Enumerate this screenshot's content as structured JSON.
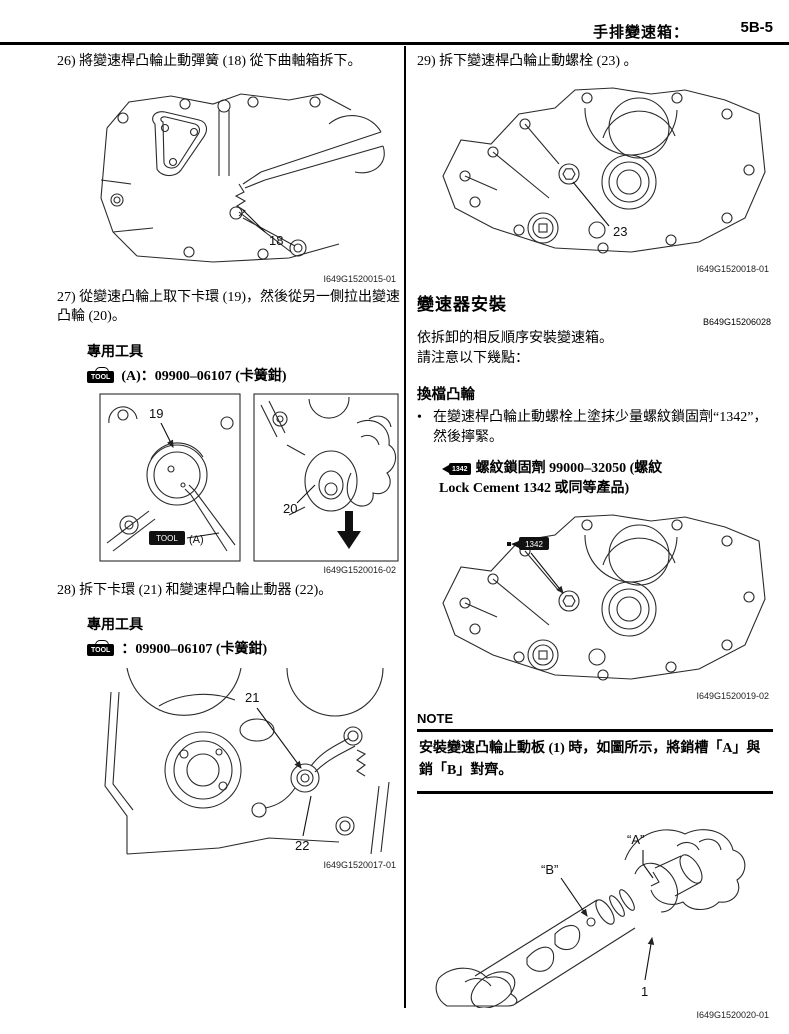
{
  "header": {
    "section_title": "手排變速箱：",
    "page_number": "5B-5"
  },
  "left_column": {
    "step_26": "26) 將變速桿凸輪止動彈簧 (18) 從下曲軸箱拆下。",
    "fig_15": {
      "caption": "I649G1520015-01",
      "label_18": "18"
    },
    "step_27": "27) 從變速凸輪上取下卡環 (19)，然後從另一側拉出變速凸輪 (20)。",
    "tool_block_1": {
      "title": "專用工具",
      "tool_icon": "TOOL",
      "text": "(A)：09900–06107 (卡簧鉗)"
    },
    "fig_16": {
      "caption": "I649G1520016-02",
      "label_19": "19",
      "label_20": "20",
      "tool_badge": "TOOL",
      "tool_badge_suffix": "(A)"
    },
    "step_28": "28) 拆下卡環 (21) 和變速桿凸輪止動器 (22)。",
    "tool_block_2": {
      "title": "專用工具",
      "tool_icon": "TOOL",
      "text": "：09900–06107 (卡簧鉗)"
    },
    "fig_17": {
      "caption": "I649G1520017-01",
      "label_21": "21",
      "label_22": "22"
    }
  },
  "right_column": {
    "step_29": "29) 拆下變速桿凸輪止動螺栓 (23) 。",
    "fig_18": {
      "caption": "I649G1520018-01",
      "label_23": "23"
    },
    "install_section": {
      "heading": "變速器安裝",
      "ref_code": "B649G15206028",
      "para_1": "依拆卸的相反順序安裝變速箱。",
      "para_2": "請注意以下幾點：",
      "sub_heading": "換檔凸輪",
      "bullet": "在變速桿凸輪止動螺栓上塗抹少量螺紋鎖固劑“1342”，然後擰緊。",
      "sealant_icon": "1342",
      "sealant_line_1": "螺紋鎖固劑 99000–32050 (螺紋",
      "sealant_line_2": "Lock Cement 1342 或同等產品)"
    },
    "fig_19": {
      "caption": "I649G1520019-02",
      "badge": "1342"
    },
    "note": {
      "title": "NOTE",
      "text": "安裝變速凸輪止動板 (1) 時，如圖所示，將銷槽「A」與銷「B」對齊。"
    },
    "fig_20": {
      "caption": "I649G1520020-01",
      "label_a": "“A”",
      "label_b": "“B”",
      "label_1": "1"
    }
  }
}
